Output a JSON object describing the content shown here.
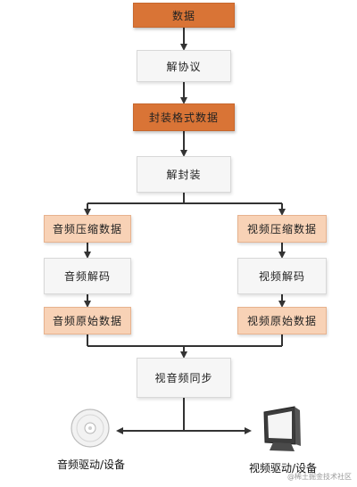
{
  "colors": {
    "dark_fill": "#d97436",
    "light_fill": "#f6f6f6",
    "peach_fill": "#f8d2b6",
    "arrow": "#333333"
  },
  "nodes": {
    "data": "数据",
    "decode_protocol": "解协议",
    "container_format_data": "封装格式数据",
    "demux": "解封装",
    "audio_compressed_data": "音频压缩数据",
    "video_compressed_data": "视频压缩数据",
    "audio_decode": "音频解码",
    "video_decode": "视频解码",
    "audio_raw_data": "音频原始数据",
    "video_raw_data": "视频原始数据",
    "av_sync": "视音频同步"
  },
  "outputs": {
    "audio_device_label": "音频驱动/设备",
    "video_device_label": "视频驱动/设备",
    "audio_device_icon": "speaker-icon",
    "video_device_icon": "monitor-icon"
  },
  "watermark": "@稀土掘金技术社区"
}
